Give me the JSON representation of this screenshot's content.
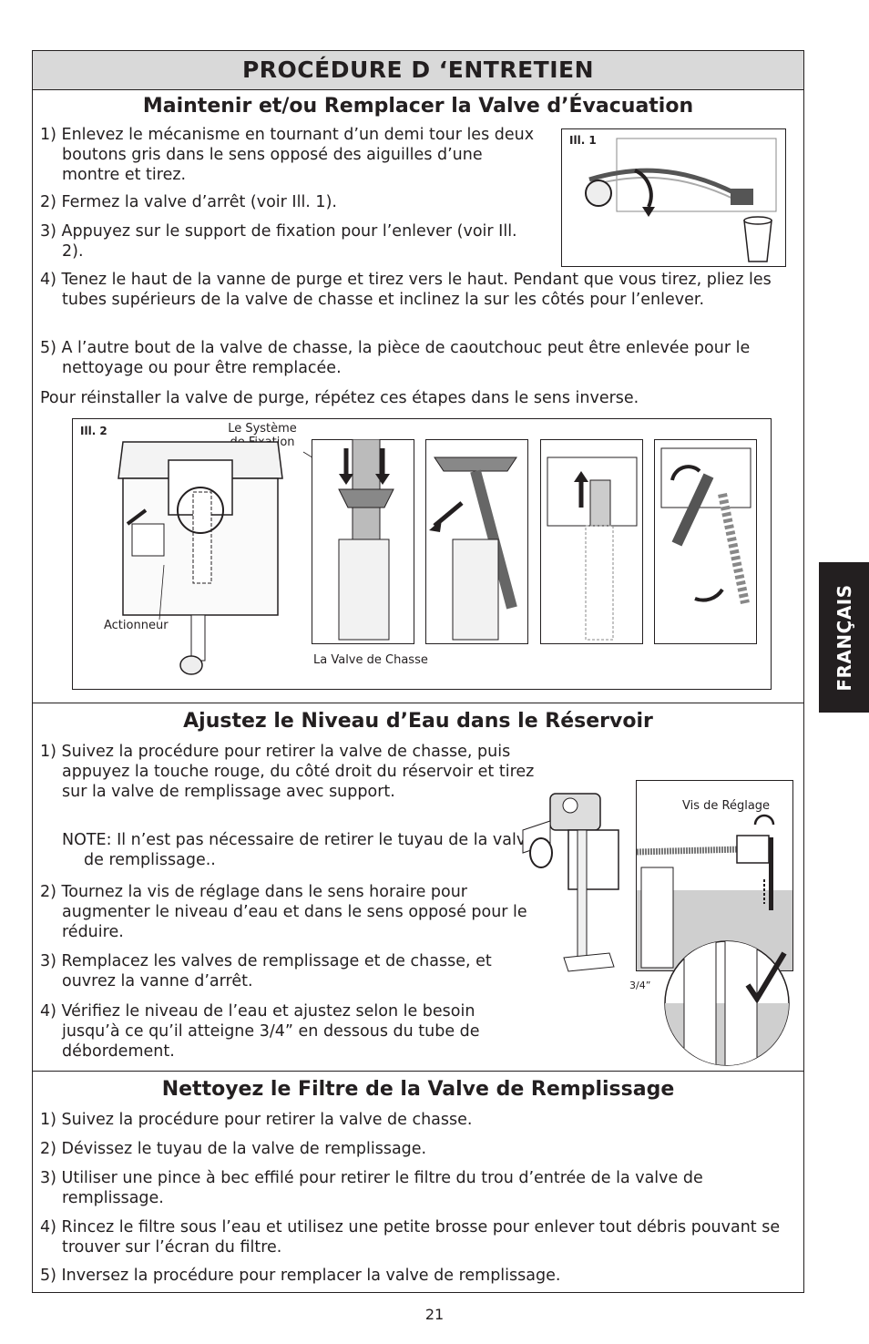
{
  "title": "PROCÉDURE D ‘ENTRETIEN",
  "side_tab": "FRANÇAIS",
  "page_number": "21",
  "section1": {
    "heading": "Maintenir et/ou Remplacer la Valve d’Évacuation",
    "steps": [
      "1) Enlevez le mécanisme en tournant d’un demi tour les deux boutons gris dans le sens opposé des aiguilles d’une montre et tirez.",
      "2) Fermez la valve d’arrêt (voir Ill. 1).",
      "3) Appuyez sur le support de fixation pour l’enlever (voir Ill. 2).",
      "4) Tenez le haut de la vanne de purge et tirez vers le haut. Pendant que vous tirez, pliez les tubes supérieurs de la valve de chasse et inclinez la sur les côtés pour l’enlever.",
      "5) A l’autre bout de la valve de chasse, la pièce de caoutchouc peut être enlevée pour le nettoyage ou pour être remplacée."
    ],
    "note": "Pour réinstaller la valve de purge, répétez ces étapes dans le sens inverse.",
    "ill1_label": "Ill. 1",
    "ill2_label": "Ill. 2",
    "label_fixation": "Le Système de Fixation",
    "label_actionneur": "Actionneur",
    "label_valve_chasse": "La Valve de Chasse"
  },
  "section2": {
    "heading": "Ajustez le Niveau d’Eau dans le Réservoir",
    "steps": [
      "1) Suivez la procédure pour retirer la valve de chasse, puis appuyez la touche rouge, du côté droit du réservoir et tirez sur la valve de remplissage avec support.",
      "2) Tournez la vis de réglage dans le sens horaire pour augmenter le niveau d’eau et dans le sens opposé pour le réduire.",
      "3) Remplacez les valves de remplissage et de chasse, et ouvrez la vanne d’arrêt.",
      "4) Vérifiez le niveau de l’eau et ajustez selon le besoin jusqu’à ce qu’il atteigne 3/4” en dessous du tube de débordement."
    ],
    "note": "NOTE: Il n’est pas nécessaire de retirer le tuyau de la valve de remplissage..",
    "label_vis": "Vis de Réglage",
    "label_measure": "3/4”"
  },
  "section3": {
    "heading": "Nettoyez le Filtre de la Valve de Remplissage",
    "steps": [
      "1) Suivez la procédure pour retirer la valve de chasse.",
      "2) Dévissez le tuyau de la valve de remplissage.",
      "3) Utiliser une pince à bec effilé pour retirer le filtre du trou d’entrée de la valve de remplissage.",
      "4) Rincez le filtre sous l’eau et utilisez une petite brosse pour enlever tout débris pouvant se trouver sur l’écran du filtre.",
      "5) Inversez la procédure pour remplacer la valve de remplissage."
    ]
  }
}
